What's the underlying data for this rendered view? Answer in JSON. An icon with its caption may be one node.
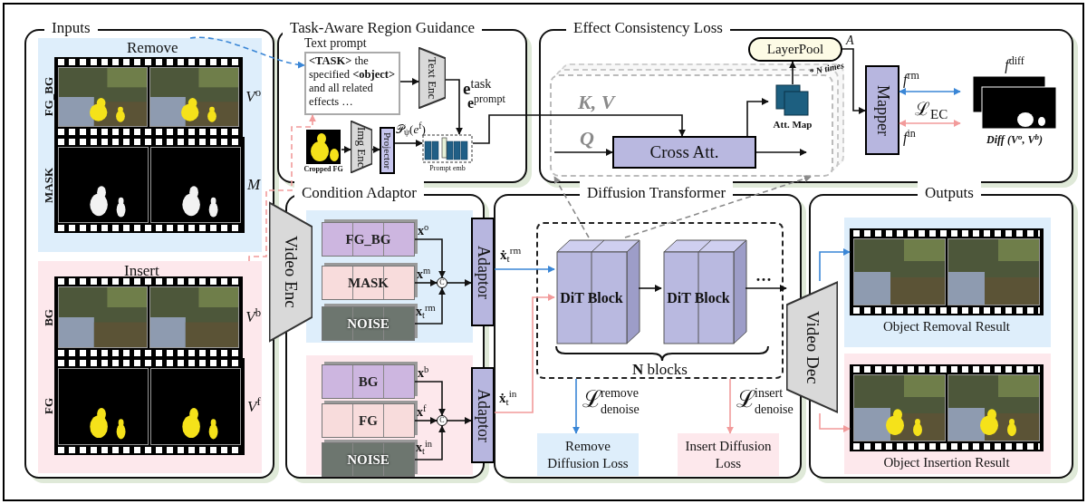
{
  "diagram": {
    "nodes": [
      {
        "text": [
          "Inputs"
        ]
      },
      {
        "text": [
          "Remove"
        ],
        "in": 0
      },
      {
        "text": [
          "FG_BG"
        ],
        "beside": [
          "*V*$^{o}$"
        ],
        "in": 1
      },
      {
        "text": [
          "MASK"
        ],
        "beside": [
          "*M*"
        ],
        "in": 1
      },
      {
        "text": [
          "Insert"
        ],
        "in": 0
      },
      {
        "text": [
          "BG"
        ],
        "beside": [
          "*V*$^{b}$"
        ],
        "in": 4
      },
      {
        "text": [
          "FG"
        ],
        "beside": [
          "*V*$^{f}$"
        ],
        "in": 4
      },
      {
        "text": [
          "Task-Aware Region Guidance"
        ]
      },
      {
        "text": [
          "Text prompt",
          "**<TASK>** the specified **<object>** and all related effects …"
        ],
        "in": 7
      },
      {
        "text": [
          "Text Enc"
        ],
        "in": 7
      },
      {
        "text": [
          "Cropped FG"
        ],
        "in": 7
      },
      {
        "text": [
          "Img Enc"
        ],
        "in": 7
      },
      {
        "text": [
          "Projector"
        ],
        "in": 7
      },
      {
        "text": [
          "Prompt emb"
        ],
        "in": 7
      },
      {
        "text": [
          "Effect Consistency Loss"
        ]
      },
      {
        "text": [
          "* N times"
        ],
        "in": 14
      },
      {
        "text": [
          "Cross Att."
        ],
        "in": 15
      },
      {
        "text": [
          "Att. Map"
        ],
        "in": 15
      },
      {
        "text": [
          "LayerPool"
        ],
        "in": 14
      },
      {
        "text": [
          "Mapper"
        ],
        "in": 14
      },
      {
        "text": [
          "*f*$^{diff}$",
          "*Diff* (*V*$^{o}$, *V*$^{b}$)"
        ],
        "in": 14
      },
      {
        "text": [
          "Condition Adaptor"
        ]
      },
      {
        "text": [
          "FG_BG"
        ],
        "in": 21
      },
      {
        "text": [
          "MASK"
        ],
        "in": 21
      },
      {
        "text": [
          "NOISE"
        ],
        "in": 21
      },
      {
        "text": [
          "C"
        ],
        "in": 21
      },
      {
        "text": [
          "BG"
        ],
        "in": 21
      },
      {
        "text": [
          "FG"
        ],
        "in": 21
      },
      {
        "text": [
          "NOISE"
        ],
        "in": 21
      },
      {
        "text": [
          "C"
        ],
        "in": 21
      },
      {
        "text": [
          "Adaptor"
        ]
      },
      {
        "text": [
          "Adaptor"
        ]
      },
      {
        "text": [
          "Diffusion Transformer"
        ]
      },
      {
        "text": [
          "**N** blocks"
        ],
        "in": 32
      },
      {
        "text": [
          "DiT Block"
        ],
        "in": 33
      },
      {
        "text": [
          "DiT Block"
        ],
        "in": 33
      },
      {
        "text": [
          "Remove Diffusion Loss"
        ],
        "in": 32
      },
      {
        "text": [
          "Insert Diffusion Loss"
        ],
        "in": 32
      },
      {
        "text": [
          "Outputs"
        ]
      },
      {
        "text": [
          "Object Removal Result"
        ],
        "in": 38
      },
      {
        "text": [
          "Object Insertion Result"
        ],
        "in": 38
      },
      {
        "text": [
          "Video Enc"
        ]
      },
      {
        "text": [
          "Video Dec"
        ]
      }
    ],
    "edges": [
      {
        "from": 1,
        "to": 8,
        "arrow": "to",
        "style": "dashed",
        "color": "#3a86d6"
      },
      {
        "from": 4,
        "to": 8,
        "arrow": "to",
        "style": "dashed",
        "color": "#f29b9b"
      },
      {
        "from": 8,
        "to": 9,
        "arrow": "to"
      },
      {
        "from": 9,
        "to": 13,
        "arrow": "to",
        "label": "**e**$^{task}$"
      },
      {
        "from": 10,
        "to": 11,
        "arrow": "to"
      },
      {
        "from": 11,
        "to": 12,
        "arrow": "to"
      },
      {
        "from": 12,
        "to": 13,
        "arrow": "to",
        "label": "𝒫$_{ψ}$(*e*$^{f}$)"
      },
      {
        "from": 13,
        "to": 16,
        "arrow": "to",
        "label": "**e**$^{prompt}$"
      },
      {
        "from": null,
        "to": 16,
        "arrow": "to"
      },
      {
        "from": 16,
        "to": 17,
        "arrow": "to"
      },
      {
        "from": 16,
        "to": null,
        "arrow": "to"
      },
      {
        "from": 17,
        "to": 18,
        "arrow": "to"
      },
      {
        "from": 18,
        "to": 19,
        "arrow": "to",
        "label": "*A*"
      },
      {
        "from": 19,
        "to": 20,
        "arrow": "both",
        "color": "#3a86d6"
      },
      {
        "from": 19,
        "to": 20,
        "arrow": "both",
        "color": "#f29b9b"
      },
      {
        "from": 34,
        "to": 15,
        "arrow": "to",
        "style": "dashed",
        "color": "#8a8a8a"
      },
      {
        "from": 34,
        "to": 15,
        "arrow": "to",
        "style": "dashed",
        "color": "#8a8a8a"
      },
      {
        "from": 22,
        "to": 25,
        "arrow": "to",
        "label": "**x**$^{o}$"
      },
      {
        "from": 23,
        "to": 25,
        "arrow": "to",
        "label": "**x**$^{m}$"
      },
      {
        "from": 24,
        "to": 25,
        "arrow": "to",
        "label": "**x**$_{t}$$^{rm}$"
      },
      {
        "from": 25,
        "to": 30,
        "arrow": "to"
      },
      {
        "from": 26,
        "to": 29,
        "arrow": "to",
        "label": "**x**$^{b}$"
      },
      {
        "from": 27,
        "to": 29,
        "arrow": "to",
        "label": "**x**$^{f}$"
      },
      {
        "from": 28,
        "to": 29,
        "arrow": "to",
        "label": "**x**$_{t}$$^{in}$"
      },
      {
        "from": 29,
        "to": 31,
        "arrow": "to"
      },
      {
        "from": 30,
        "to": 34,
        "arrow": "to",
        "label": "**ẋ**$_{t}$$^{rm}$",
        "color": "#3a86d6"
      },
      {
        "from": 31,
        "to": 34,
        "arrow": "to",
        "label": "**ẋ**$_{t}$$^{in}$",
        "color": "#f29b9b"
      },
      {
        "from": 34,
        "to": 35,
        "arrow": "to"
      },
      {
        "from": 35,
        "to": 42,
        "arrow": "to",
        "label": "···"
      },
      {
        "from": 33,
        "to": 36,
        "arrow": "to",
        "label": "ℒ$^{remove}$$_{denoise}$",
        "color": "#3a86d6"
      },
      {
        "from": 33,
        "to": 37,
        "arrow": "to",
        "label": "ℒ$^{insert}$$_{denoise}$",
        "color": "#f29b9b"
      },
      {
        "from": 42,
        "to": 39,
        "arrow": "to",
        "color": "#3a86d6"
      },
      {
        "from": 42,
        "to": 40,
        "arrow": "to",
        "color": "#f29b9b"
      }
    ],
    "labels": [
      "K, V",
      "Q",
      "*f*$^{rm}$",
      "*f*$^{in}$",
      "ℒ$_{EC}$"
    ]
  }
}
